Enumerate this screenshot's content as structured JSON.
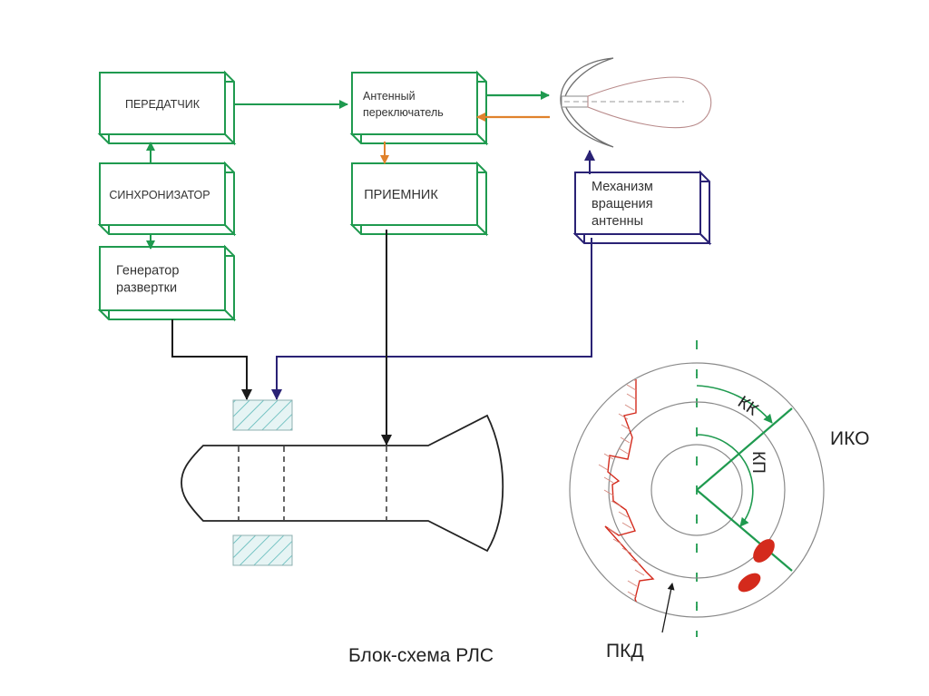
{
  "title": "Блок-схема РЛС",
  "colors": {
    "green": "#1f9a4f",
    "navy": "#2a2275",
    "orange": "#e0822c",
    "black": "#1a1a1a",
    "red": "#d42a1c",
    "gray": "#8a8a8a",
    "hatch": "#5bb8b8",
    "hatch_fill": "#e6f4f4"
  },
  "blocks": {
    "transmitter": {
      "lines": [
        "ПЕРЕДАТЧИК"
      ]
    },
    "synchronizer": {
      "lines": [
        "СИНХРОНИЗАТОР"
      ]
    },
    "sweep_generator": {
      "lines": [
        "Генератор",
        "развертки"
      ]
    },
    "antenna_switch": {
      "lines": [
        "Антенный",
        "переключатель"
      ]
    },
    "receiver": {
      "lines": [
        "ПРИЕМНИК"
      ]
    },
    "rotation_mechanism": {
      "lines": [
        "Механизм",
        "вращения",
        "антенны"
      ]
    }
  },
  "connections": [
    {
      "from": "synchronizer",
      "to": "transmitter",
      "color": "green"
    },
    {
      "from": "synchronizer",
      "to": "sweep_generator",
      "color": "green"
    },
    {
      "from": "transmitter",
      "to": "antenna_switch",
      "color": "green"
    },
    {
      "from": "antenna_switch",
      "to": "antenna",
      "color": "green"
    },
    {
      "from": "antenna",
      "to": "antenna_switch",
      "color": "orange"
    },
    {
      "from": "antenna_switch",
      "to": "receiver",
      "color": "orange"
    },
    {
      "from": "rotation_mechanism",
      "to": "antenna",
      "color": "navy"
    },
    {
      "from": "sweep_generator",
      "to": "deflection_coil",
      "color": "black"
    },
    {
      "from": "rotation_mechanism",
      "to": "deflection_coil",
      "color": "navy"
    },
    {
      "from": "receiver",
      "to": "crt_tube",
      "color": "black"
    }
  ],
  "ppi": {
    "label": "ИКО",
    "arc_outer_label": "КК",
    "arc_inner_label": "КП",
    "pointer_label": "ПКД",
    "targets_count": 2
  }
}
